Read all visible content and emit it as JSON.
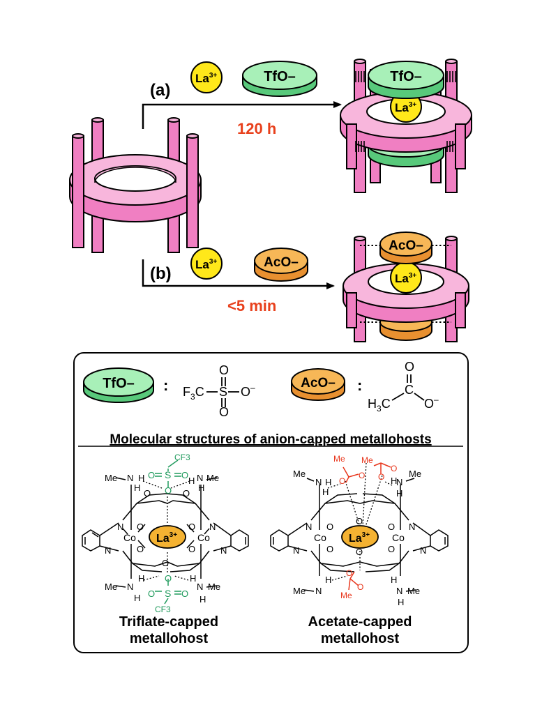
{
  "scheme": {
    "route_a": {
      "label": "(a)",
      "ion_label": "La",
      "ion_charge": "3+",
      "anion_label": "TfO–",
      "time": "120 h"
    },
    "route_b": {
      "label": "(b)",
      "ion_label": "La",
      "ion_charge": "3+",
      "anion_label": "AcO–",
      "time": "<5 min"
    }
  },
  "legend": {
    "tfo_label": "TfO–",
    "tfo_formula": "F3C–SO2–O–",
    "aco_label": "AcO–",
    "aco_formula": "H3C–CO–O–",
    "colon": ":",
    "heading": "Molecular structures of anion-capped metallohosts",
    "left_caption_1": "Triflate-capped",
    "left_caption_2": "metallohost",
    "right_caption_1": "Acetate-capped",
    "right_caption_2": "metallohost",
    "atoms": {
      "co": "Co",
      "n": "N",
      "o": "O",
      "h": "H",
      "s": "S",
      "cf3": "CF3",
      "me": "Me",
      "la": "La",
      "la_charge": "3+"
    }
  },
  "colors": {
    "cylinder_pink": "#f07fc2",
    "cylinder_pink_light": "#f8b6dc",
    "tfo_green": "#a8f0b8",
    "aco_orange": "#f7b757",
    "la_yellow": "#ffe81a",
    "la_orange": "#f4b232",
    "time_red": "#e8401c",
    "tfo_chem_green": "#1f9a5c",
    "aco_chem_red": "#e8361c"
  }
}
